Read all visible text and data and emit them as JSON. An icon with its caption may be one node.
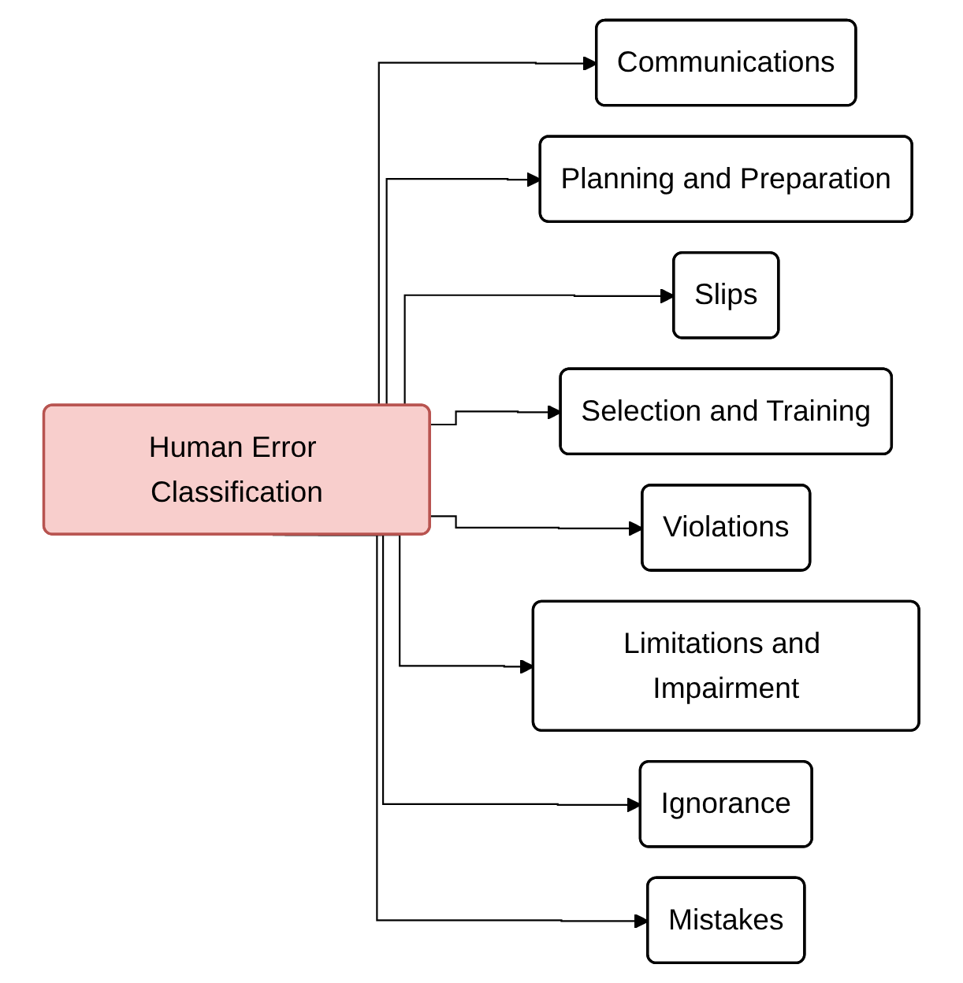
{
  "diagram": {
    "nodes": [
      {
        "text": [
          "Human Error Classification"
        ]
      },
      {
        "text": [
          "Communications"
        ]
      },
      {
        "text": [
          "Planning and Preparation"
        ]
      },
      {
        "text": [
          "Slips"
        ]
      },
      {
        "text": [
          "Selection and Training"
        ]
      },
      {
        "text": [
          "Violations"
        ]
      },
      {
        "text": [
          "Limitations and Impairment"
        ]
      },
      {
        "text": [
          "Ignorance"
        ]
      },
      {
        "text": [
          "Mistakes"
        ]
      }
    ],
    "edges": [
      {
        "from": 0,
        "to": 1,
        "arrow": "to"
      },
      {
        "from": 0,
        "to": 2,
        "arrow": "to"
      },
      {
        "from": 0,
        "to": 3,
        "arrow": "to"
      },
      {
        "from": 0,
        "to": 4,
        "arrow": "to"
      },
      {
        "from": 0,
        "to": 5,
        "arrow": "to"
      },
      {
        "from": 0,
        "to": 6,
        "arrow": "to"
      },
      {
        "from": 0,
        "to": 7,
        "arrow": "to"
      },
      {
        "from": 0,
        "to": 8,
        "arrow": "to"
      }
    ]
  }
}
